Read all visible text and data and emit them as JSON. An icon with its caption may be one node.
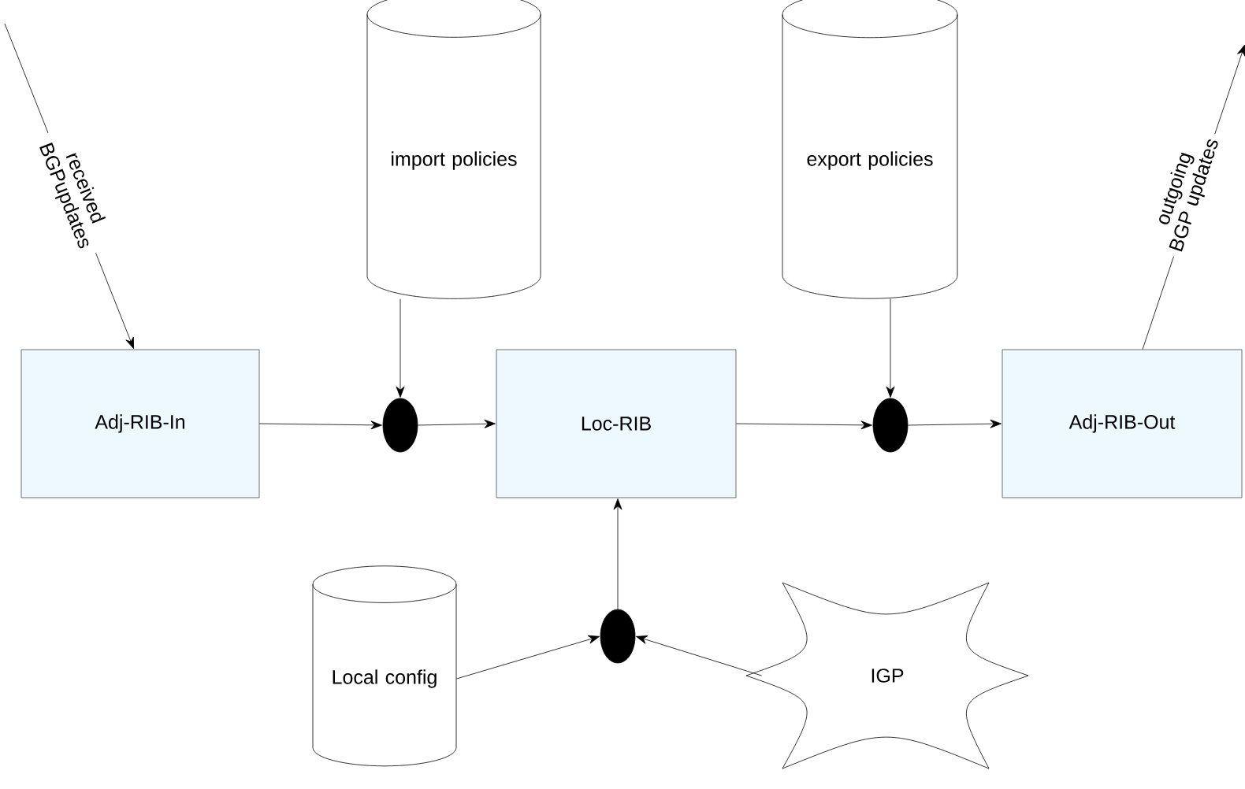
{
  "diagram": {
    "nodes": [
      {
        "text": [
          "Adj-RIB-In"
        ]
      },
      {
        "text": [
          "Loc-RIB"
        ]
      },
      {
        "text": [
          "Adj-RIB-Out"
        ]
      },
      {
        "text": [
          "import policies"
        ]
      },
      {
        "text": [
          "export policies"
        ]
      },
      {
        "text": [],
        "shape": "circle"
      },
      {
        "text": [],
        "shape": "circle"
      },
      {
        "text": [],
        "shape": "circle"
      },
      {
        "text": [
          "Local config"
        ]
      },
      {
        "text": [
          "IGP"
        ]
      }
    ],
    "edges": [
      {
        "from": null,
        "to": 0,
        "arrow": "to",
        "label": "received BGPupdates"
      },
      {
        "from": 0,
        "to": 5,
        "arrow": "to"
      },
      {
        "from": 5,
        "to": 1,
        "arrow": "to"
      },
      {
        "from": 3,
        "to": 5,
        "arrow": "to"
      },
      {
        "from": 1,
        "to": 6,
        "arrow": "to"
      },
      {
        "from": 4,
        "to": 6,
        "arrow": "to"
      },
      {
        "from": 6,
        "to": 2,
        "arrow": "to"
      },
      {
        "from": 2,
        "to": null,
        "arrow": "to",
        "label": "outgoing BGP updates"
      },
      {
        "from": 8,
        "to": 7,
        "arrow": "to"
      },
      {
        "from": 9,
        "to": 7,
        "arrow": "to"
      },
      {
        "from": 7,
        "to": 1,
        "arrow": "to"
      }
    ]
  }
}
